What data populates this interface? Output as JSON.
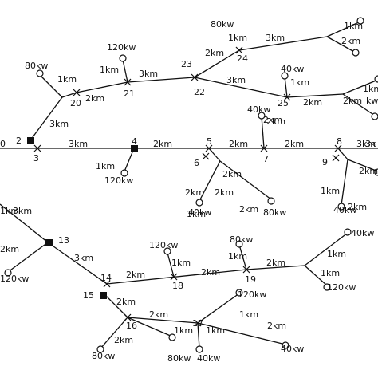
{
  "diagram": {
    "line_labels": [
      "3km",
      "2km",
      "2km",
      "2km",
      "3km",
      "1km",
      "3km",
      "2km",
      "2km",
      "2km",
      "1km",
      "3km",
      "1km",
      "2km",
      "3km",
      "1km",
      "2km",
      "1km",
      "3km",
      "1km",
      "2km",
      "2km",
      "1km",
      "2km",
      "1km",
      "2km",
      "2km",
      "2km",
      "1km",
      "2km",
      "2km",
      "1km",
      "3km",
      "2km",
      "3km",
      "2km",
      "2km",
      "1km",
      "1km",
      "2km",
      "1km",
      "1km",
      "2km",
      "2km",
      "2km",
      "1km",
      "1km",
      "1km",
      "2km"
    ],
    "node_labels": [
      "2",
      "3",
      "4",
      "5",
      "6",
      "7",
      "8",
      "9",
      "20",
      "21",
      "22",
      "23",
      "24",
      "25",
      "13",
      "14",
      "15",
      "16",
      "17",
      "18",
      "19"
    ],
    "load_labels": [
      "80kw",
      "120kw",
      "80kw",
      "40kw",
      "40kw",
      "120kw",
      "40kw",
      "80kw",
      "40kw",
      "120kw",
      "80kw",
      "40kw",
      "120kw",
      "120kw",
      "80kw",
      "120kw",
      "40kw",
      "40kw",
      "80kw"
    ],
    "edge_labels": [
      "0",
      "3k",
      "kw"
    ]
  }
}
